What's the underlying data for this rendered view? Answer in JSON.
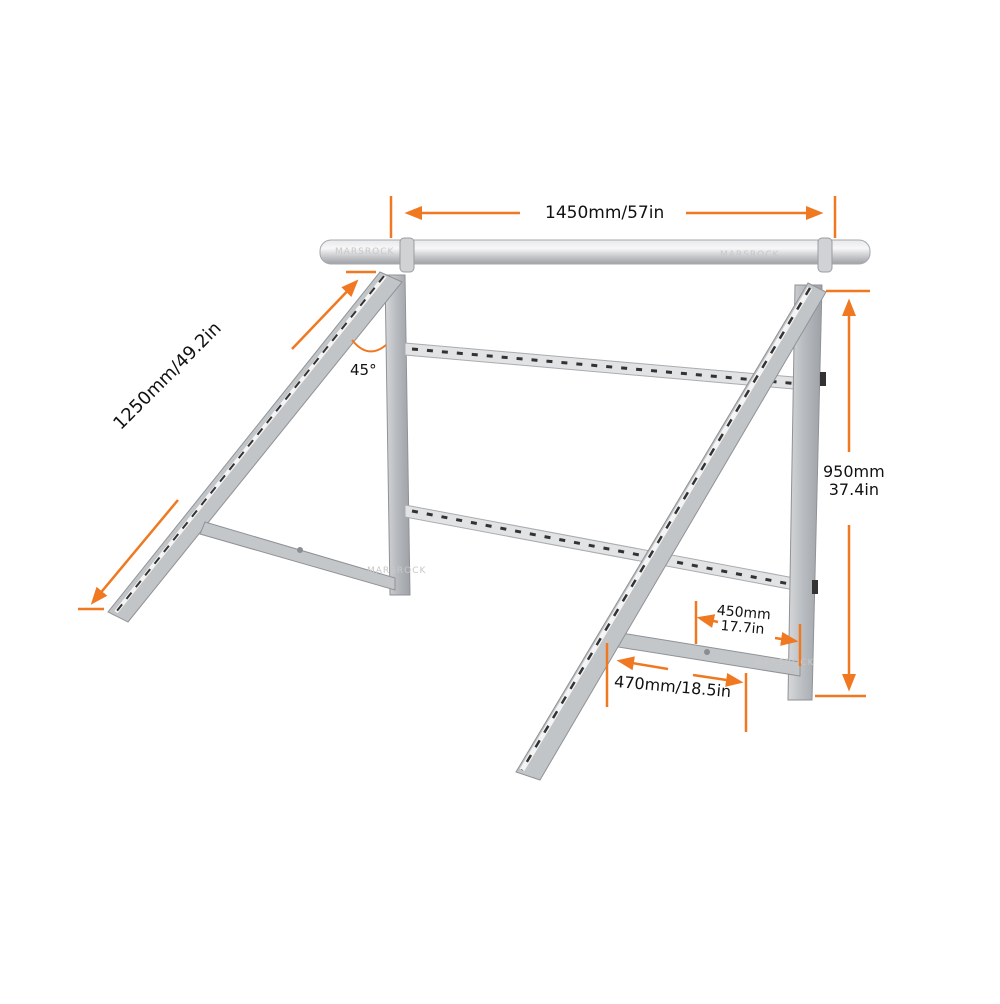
{
  "diagram": {
    "subject": "Adjustable solar panel tilt mount bracket kit",
    "brand_watermark": "MARSROCK",
    "accent_color": "#f07820",
    "metal_color": "#b9bcc0",
    "dimensions": {
      "top_width": "1450mm/57in",
      "rail_length": "1250mm/49.2in",
      "angle": "45°",
      "height_mm": "950mm",
      "height_in": "37.4in",
      "leg_adjust_mm": "450mm",
      "leg_adjust_in": "17.7in",
      "bottom_arm": "470mm/18.5in"
    },
    "components": [
      {
        "name": "top crossbar tube"
      },
      {
        "name": "left tilt rail"
      },
      {
        "name": "left vertical leg"
      },
      {
        "name": "left support arm"
      },
      {
        "name": "upper cross brace"
      },
      {
        "name": "lower cross brace"
      },
      {
        "name": "right tilt rail"
      },
      {
        "name": "right vertical leg"
      },
      {
        "name": "right support arm"
      }
    ]
  }
}
